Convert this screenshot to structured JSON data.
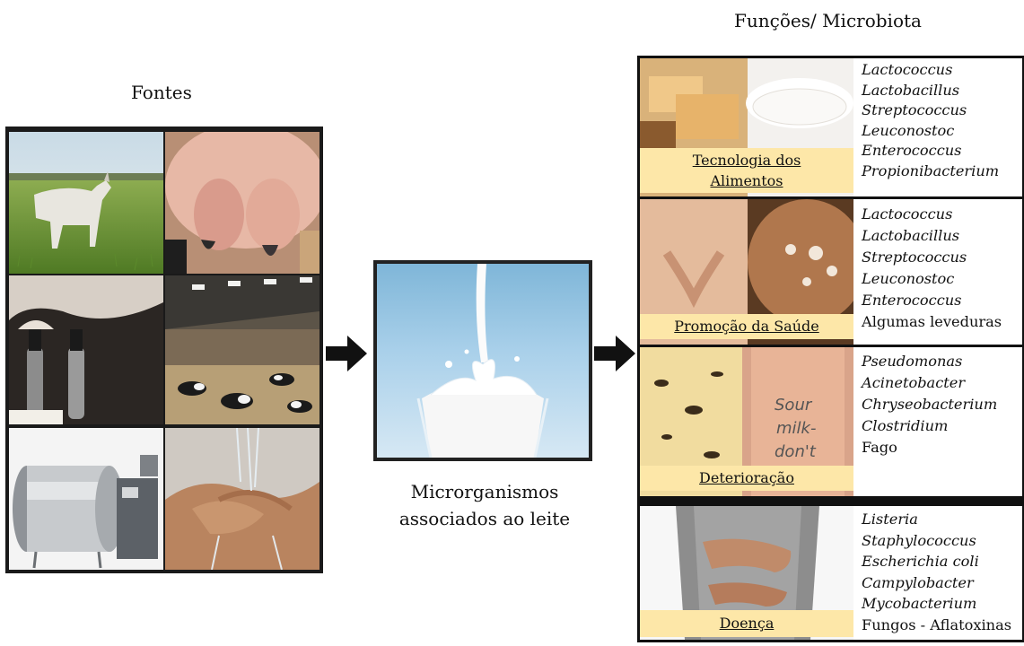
{
  "headings": {
    "sources": "Fontes",
    "functions": "Funções/ Microbiota"
  },
  "center": {
    "caption_line1": "Microrganismos",
    "caption_line2": "associados ao leite"
  },
  "categories": [
    {
      "label_line1": "Tecnologia dos",
      "label_line2": "Alimentos",
      "microbiota": [
        "Lactococcus",
        "Lactobacillus",
        "Streptococcus",
        "Leuconostoc",
        "Enterococcus",
        "Propionibacterium"
      ]
    },
    {
      "label_line1": "Promoção da Saúde",
      "microbiota": [
        "Lactococcus",
        "Lactobacillus",
        "Streptococcus",
        "Leuconostoc",
        "Enterococcus"
      ],
      "microbiota_plain": [
        "Algumas leveduras"
      ]
    },
    {
      "label_line1": "Deterioração",
      "microbiota": [
        "Pseudomonas",
        "Acinetobacter",
        "Chryseobacterium",
        "Clostridium"
      ],
      "microbiota_plain": [
        "Fago"
      ],
      "photo_text": [
        "Sour",
        "milk-",
        "don't"
      ]
    },
    {
      "label_line1": "Doença",
      "microbiota": [
        "Listeria",
        "Staphylococcus",
        "Escherichia coli",
        "Campylobacter",
        "Mycobacterium"
      ],
      "microbiota_plain": [
        "Fungos - Aflatoxinas"
      ]
    }
  ],
  "colors": {
    "label_bg": "#fde7a8",
    "arrow": "#111111",
    "frame": "#111111"
  }
}
